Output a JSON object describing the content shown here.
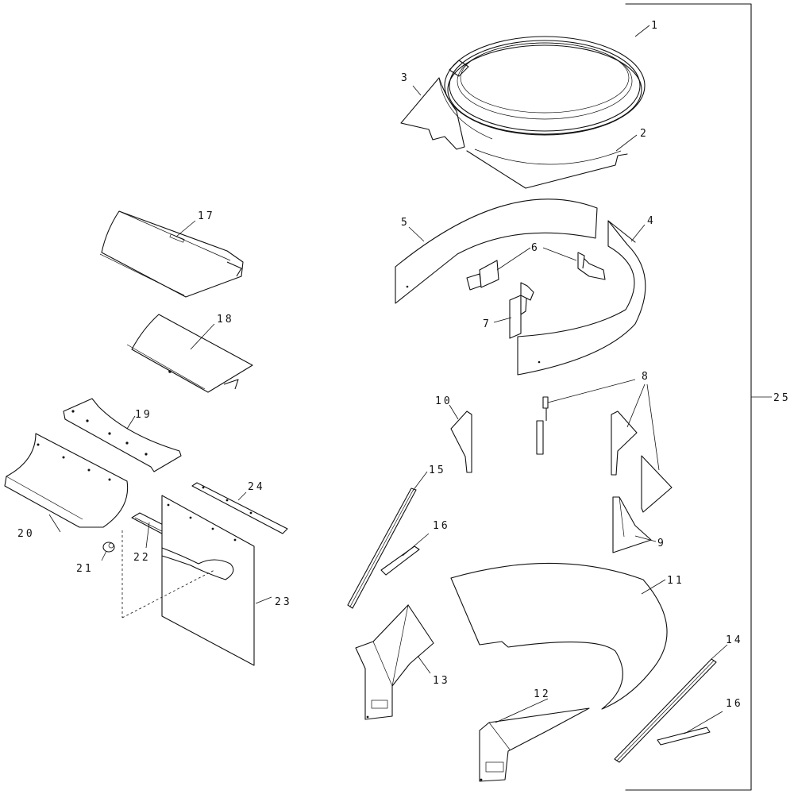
{
  "callouts": {
    "c1": "1",
    "c2": "2",
    "c3": "3",
    "c4": "4",
    "c5": "5",
    "c6": "6",
    "c7": "7",
    "c8": "8",
    "c9": "9",
    "c10": "10",
    "c11": "11",
    "c12": "12",
    "c13": "13",
    "c14": "14",
    "c15": "15",
    "c16a": "16",
    "c16b": "16",
    "c17": "17",
    "c18": "18",
    "c19": "19",
    "c20": "20",
    "c21": "21",
    "c22": "22",
    "c23": "23",
    "c24": "24",
    "c25": "25"
  }
}
